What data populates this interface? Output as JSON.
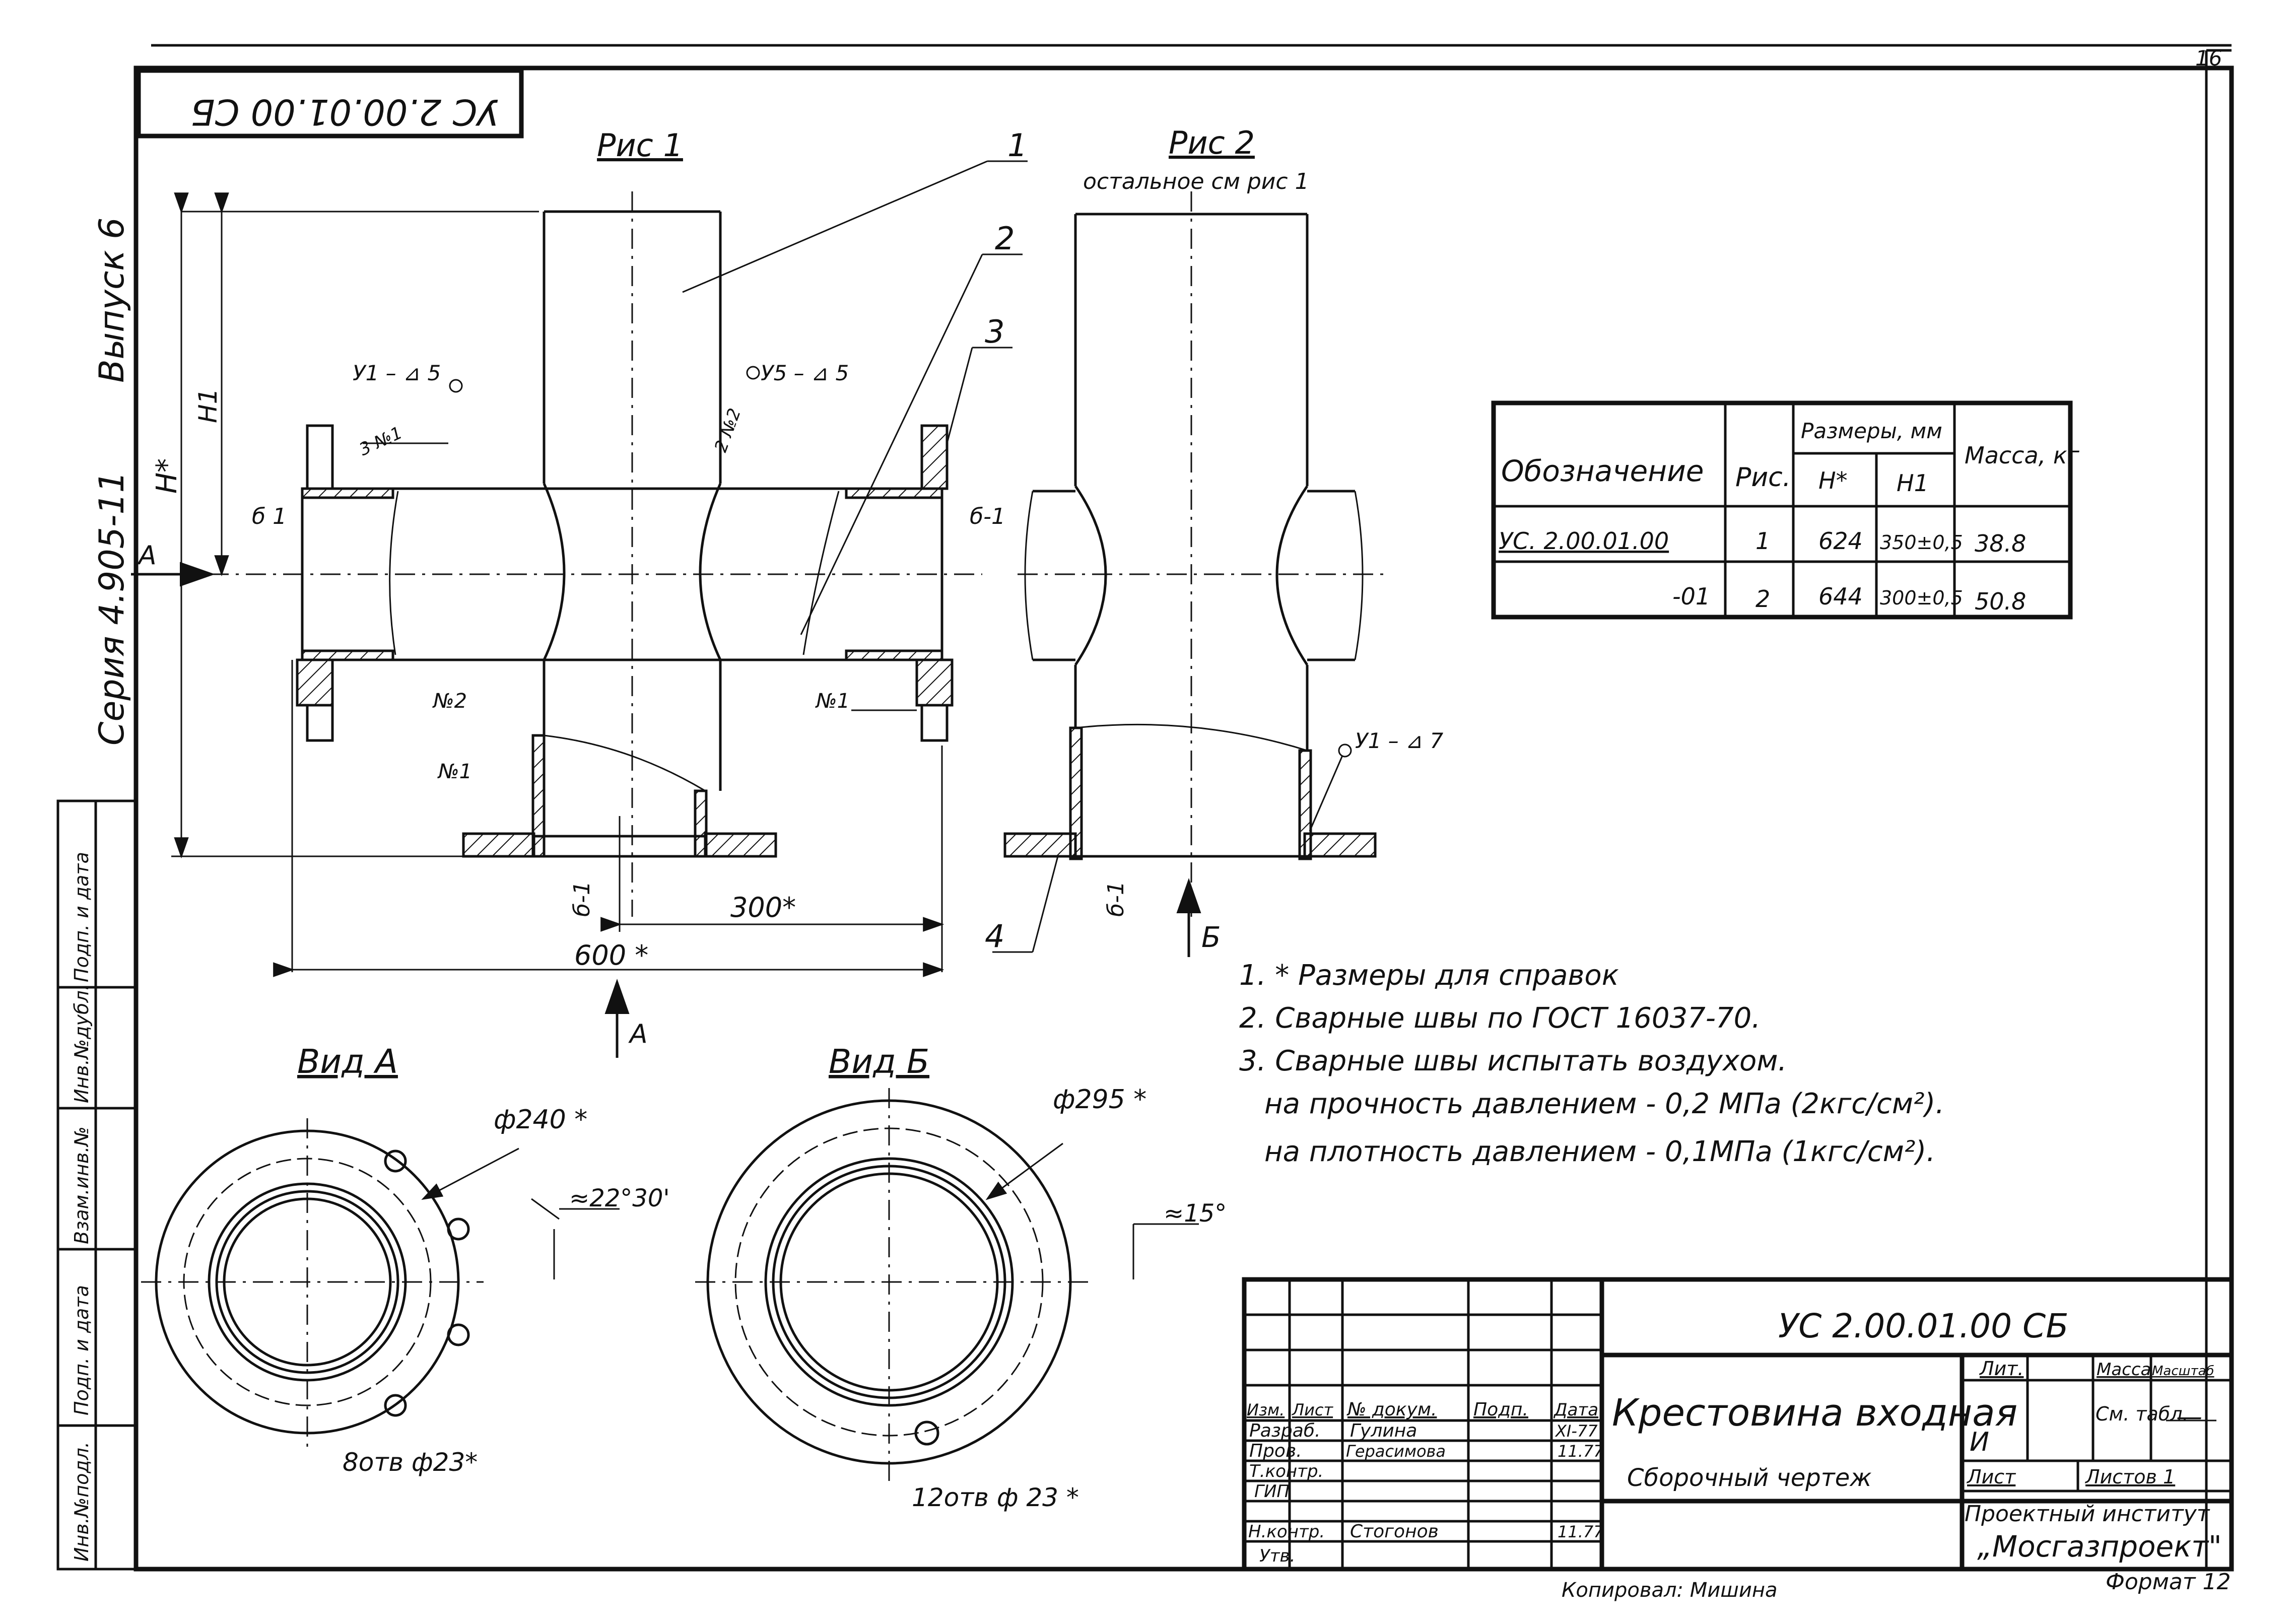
{
  "sheet": {
    "number": "16",
    "format": "Формат 12",
    "copied_by": "Копировал: Мишина",
    "stamp_code": "УС 2.00.01.00 СБ"
  },
  "side_strip": {
    "series": "Серия 4.905-11",
    "issue": "Выпуск 6"
  },
  "left_columns": [
    "Инв.№подл.",
    "Подп. и дата",
    "Взам.инв.№",
    "Инв.№дубл.",
    "Подп. и дата"
  ],
  "figures": {
    "fig1_title": "Рис 1",
    "fig2_title": "Рис 2",
    "fig2_subtitle": "остальное см рис 1",
    "leaders": [
      "1",
      "2",
      "3",
      "4"
    ],
    "weld_labels": {
      "u1": "У1 – ⊿ 5",
      "u5": "У5 – ⊿ 5",
      "u1_fig2": "У1 – ⊿ 7",
      "seam_n1": "3 №1",
      "seam_n2": "2 №2"
    },
    "seams": {
      "n2": "№2",
      "n1_left": "№1",
      "n1_right": "№1"
    },
    "sections": {
      "b1_left": "б 1",
      "b1_right": "б-1",
      "b1_bottom": "б-1",
      "b1_fig2": "б-1"
    },
    "dims": {
      "H": "H*",
      "H1": "H1",
      "d300": "300*",
      "d600": "600 *"
    },
    "arrows": {
      "A_left": "А",
      "A_bottom": "А",
      "B_bottom": "Б"
    }
  },
  "views": {
    "vid_a": {
      "title": "Вид А",
      "diameter": "ф240 *",
      "angle": "≈22°30'",
      "holes": "8отв ф23*"
    },
    "vid_b": {
      "title": "Вид Б",
      "diameter": "ф295 *",
      "angle": "≈15°",
      "holes": "12отв ф 23 *"
    }
  },
  "spec_table": {
    "headers": {
      "designation": "Обозначение",
      "fig": "Рис.",
      "dims_group": "Размеры, мм",
      "H": "H*",
      "H1": "H1",
      "mass": "Масса, кг"
    },
    "rows": [
      {
        "designation": "УС. 2.00.01.00",
        "fig": "1",
        "H": "624",
        "H1": "350±0,5",
        "mass": "38.8"
      },
      {
        "designation": "-01",
        "fig": "2",
        "H": "644",
        "H1": "300±0,5",
        "mass": "50.8"
      }
    ]
  },
  "notes": [
    "1. * Размеры для справок",
    "2. Сварные швы по ГОСТ 16037-70.",
    "3. Сварные швы испытать воздухом.",
    "на прочность давлением - 0,2 МПа (2кгс/см²).",
    "на плотность давлением - 0,1МПа (1кгс/см²)."
  ],
  "title_block": {
    "code": "УС 2.00.01.00 СБ",
    "name": "Крестовина входная",
    "doc_type": "Сборочный чертеж",
    "header_row": [
      "Изм.",
      "Лист",
      "№ докум.",
      "Подп.",
      "Дата"
    ],
    "roles": [
      {
        "role": "Разраб.",
        "name": "Гулина",
        "date": "XI-77"
      },
      {
        "role": "Пров.",
        "name": "Герасимова",
        "date": "11.77"
      },
      {
        "role": "Т.контр.",
        "name": "",
        "date": ""
      },
      {
        "role": "ГИП",
        "name": "",
        "date": ""
      },
      {
        "role": "Н.контр.",
        "name": "Стогонов",
        "date": "11.77"
      },
      {
        "role": "Утв.",
        "name": "",
        "date": ""
      }
    ],
    "lit_label": "Лит.",
    "lit_value": "И",
    "mass_label": "Масса",
    "mass_value": "См. табл.",
    "scale_label": "Масштаб",
    "scale_value": "—",
    "sheet_label": "Лист",
    "sheets_label": "Листов 1",
    "org_line1": "Проектный институт",
    "org_line2": "„Мосгазпроект\""
  }
}
